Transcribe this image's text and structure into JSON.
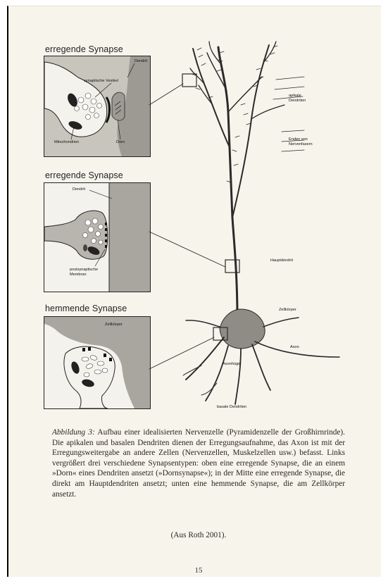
{
  "figure": {
    "panels": [
      {
        "title": "erregende Synapse",
        "labels": {
          "dendrite": "Dendrit",
          "vesicles": "synaptische Vesikel",
          "mitochondrion": "Mitochondrion",
          "spine": "Dorn"
        }
      },
      {
        "title": "erregende Synapse",
        "labels": {
          "dendrite": "Dendrit",
          "membrane_line1": "postsynaptische",
          "membrane_line2": "Membran"
        }
      },
      {
        "title": "hemmende Synapse",
        "labels": {
          "cell_body": "Zellkörper"
        }
      }
    ],
    "neuron_labels": {
      "apical_line1": "apikale",
      "apical_line2": "Dendriten",
      "fibers_line1": "Enden von",
      "fibers_line2": "Nervenfasern",
      "main_dendrite": "Hauptdendrit",
      "cell_body": "Zellkörper",
      "axon": "Axon",
      "axon_hillock": "Axonhügel",
      "basal": "basale Dendriten"
    }
  },
  "caption": {
    "label": "Abbildung 3:",
    "text": "Aufbau einer idealisierten Nervenzelle (Pyramidenzelle der Großhirnrinde). Die apikalen und basalen Dendriten dienen der Erregungsaufnahme, das Axon ist mit der Erregungsweitergabe an andere Zellen (Nervenzellen, Muskelzellen usw.) befasst. Links vergrößert drei verschiedene Synapsentypen: oben eine erregende Synapse, die an einem »Dorn« eines Dendriten ansetzt (»Dornsynapse«); in der Mitte eine erregende Synapse, die direkt am Hauptdendriten ansetzt; unten eine hemmende Synapse, die am Zellkörper ansetzt.",
    "source": "(Aus Roth 2001)."
  },
  "page_number": "15",
  "colors": {
    "paper": "#f7f4ec",
    "ink": "#222222",
    "gray_fill": "#c8c5bd"
  }
}
